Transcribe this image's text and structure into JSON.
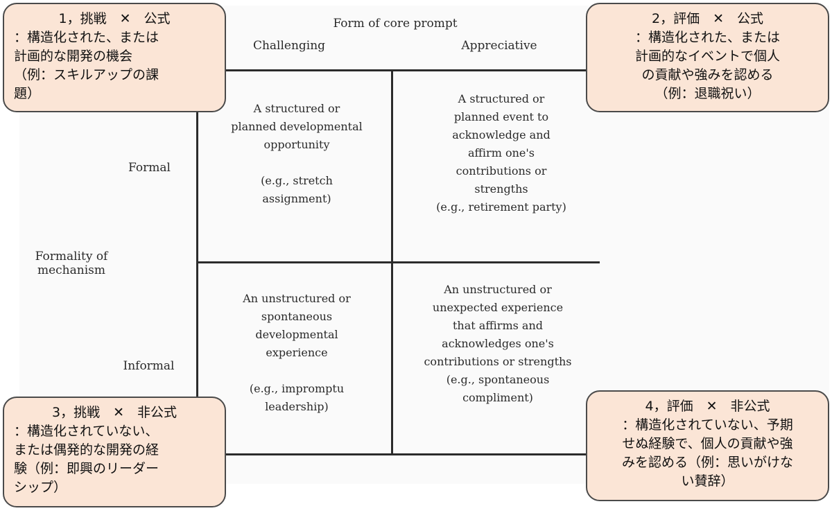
{
  "header": {
    "form_label": "Form of core prompt",
    "col_challenging": "Challenging",
    "col_appreciative": "Appreciative"
  },
  "rows": {
    "formal": "Formal",
    "informal": "Informal",
    "axis_line1": "Formality of",
    "axis_line2": "mechanism"
  },
  "cells": {
    "formal_challenging": {
      "text": "A structured or planned developmental opportunity",
      "example": "(e.g., stretch assignment)"
    },
    "formal_appreciative": {
      "text": "A structured or planned event to acknowledge and affirm one's contributions or strengths",
      "example": "(e.g., retirement party)"
    },
    "informal_challenging": {
      "text": "An unstructured or spontaneous developmental experience",
      "example": "(e.g., impromptu leadership)"
    },
    "informal_appreciative": {
      "text": "An unstructured or unexpected experience that affirms and acknowledges one's contributions or strengths",
      "example": "(e.g., spontaneous compliment)"
    }
  },
  "callouts": {
    "c1": {
      "title": "1，挑戦　✕　公式",
      "body": "：構造化された、または\n計画的な開発の機会\n（例：スキルアップの課\n題）"
    },
    "c2": {
      "title": "2，評価　✕　公式",
      "body": "：構造化された、または\n計画的なイベントで個人\nの貢献や強みを認める\n（例：退職祝い）"
    },
    "c3": {
      "title": "3，挑戦　✕　非公式",
      "body": "：構造化されていない、\nまたは偶発的な開発の経\n験（例：即興のリーダー\nシップ）"
    },
    "c4": {
      "title": "4，評価　✕　非公式",
      "body": "：構造化されていない、予期\nせぬ経験で、個人の貢献や強\nみを認める（例：思いがけな\nい賛辞）"
    }
  }
}
